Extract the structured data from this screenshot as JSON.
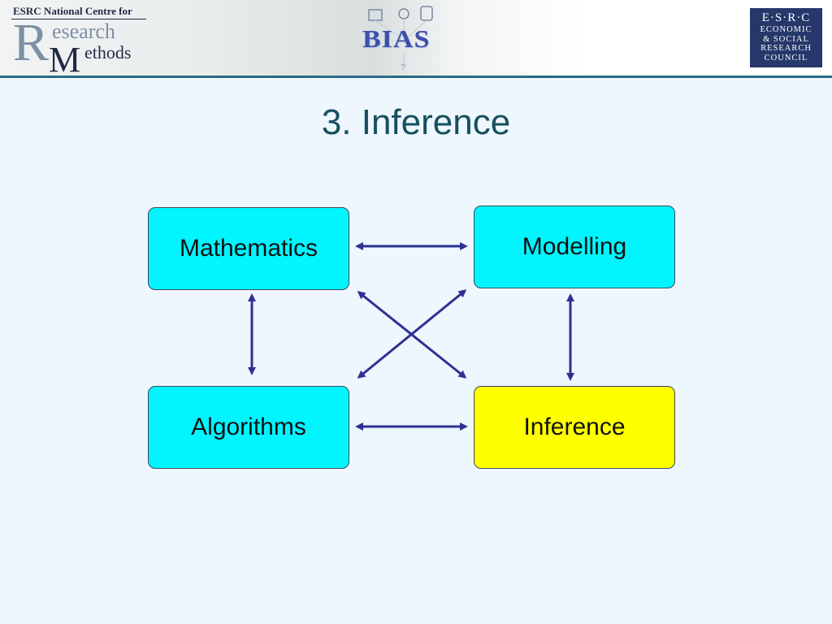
{
  "header": {
    "ncrm": {
      "top_text": "ESRC National Centre for",
      "letter_r": "R",
      "esearch": "esearch",
      "letter_m": "M",
      "ethods": "ethods"
    },
    "bias": {
      "text": "BIAS"
    },
    "esrc": {
      "line1": "E·S·R·C",
      "line2": "ECONOMIC",
      "line3": "& SOCIAL",
      "line4": "RESEARCH",
      "line5": "COUNCIL",
      "color": "#26386a"
    }
  },
  "slide": {
    "title": "3. Inference"
  },
  "diagram": {
    "nodes": {
      "mathematics": "Mathematics",
      "modelling": "Modelling",
      "algorithms": "Algorithms",
      "inference": "Inference"
    },
    "colors": {
      "default_fill": "#00f5ff",
      "highlight_fill": "#ffff00",
      "arrow": "#2e3192"
    },
    "edges": [
      [
        "mathematics",
        "modelling"
      ],
      [
        "mathematics",
        "algorithms"
      ],
      [
        "mathematics",
        "inference"
      ],
      [
        "modelling",
        "algorithms"
      ],
      [
        "modelling",
        "inference"
      ],
      [
        "algorithms",
        "inference"
      ]
    ]
  }
}
